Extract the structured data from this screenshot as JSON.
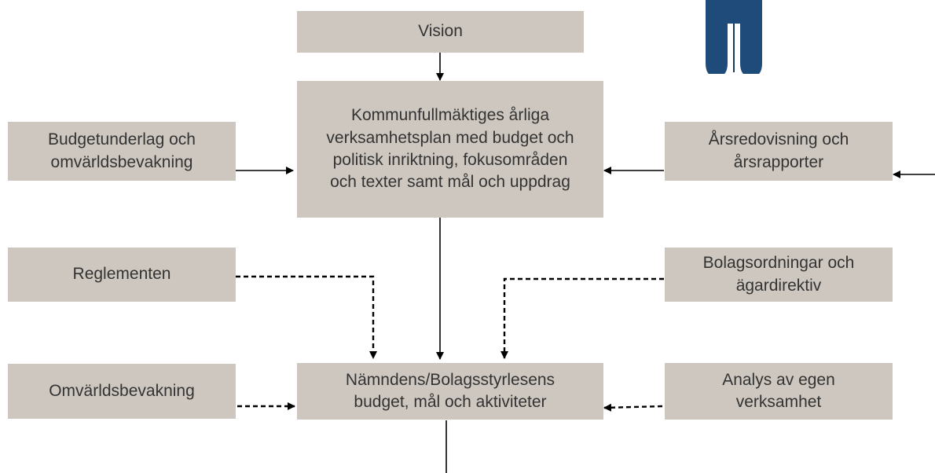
{
  "boxes": {
    "vision": {
      "lines": [
        "Vision"
      ]
    },
    "plan": {
      "lines": [
        "Kommunfullmäktiges årliga",
        "verksamhetsplan med budget och",
        "politisk inriktning, fokusområden",
        "och texter samt mål och uppdrag"
      ]
    },
    "budgetunderlag": {
      "lines": [
        "Budgetunderlag och",
        "omvärldsbevakning"
      ]
    },
    "arsredovisning": {
      "lines": [
        "Årsredovisning och",
        "årsrapporter"
      ]
    },
    "reglementen": {
      "lines": [
        "Reglementen"
      ]
    },
    "bolagsordningar": {
      "lines": [
        "Bolagsordningar och",
        "ägardirektiv"
      ]
    },
    "omvarldsbevakning": {
      "lines": [
        "Omvärldsbevakning"
      ]
    },
    "namnd": {
      "lines": [
        "Nämndens/Bolagsstyrlesens",
        "budget, mål och aktiviteter"
      ]
    },
    "analys": {
      "lines": [
        "Analys av egen",
        "verksamhet"
      ]
    }
  },
  "colors": {
    "box_fill": "#cdc7bf",
    "text": "#333333",
    "connector": "#000000",
    "figure": "#1f4b7a"
  }
}
